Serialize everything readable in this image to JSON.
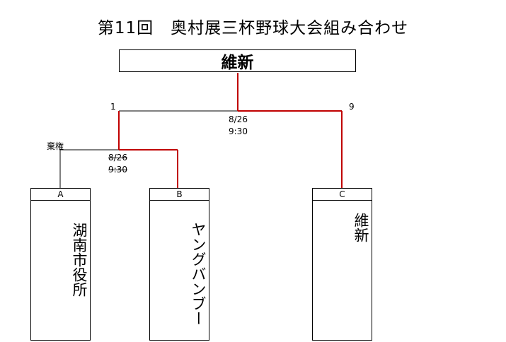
{
  "title": "第11回　奥村展三杯野球大会組み合わせ",
  "champion": "維新",
  "final": {
    "left_number": "1",
    "right_number": "9",
    "date": "8/26",
    "time": "9:30"
  },
  "semifinal": {
    "note": "棄権",
    "date": "8/26",
    "time": "9:30"
  },
  "teams": [
    {
      "seed": "A",
      "name": "湖南市役所"
    },
    {
      "seed": "B",
      "name": "ヤングバンブー"
    },
    {
      "seed": "C",
      "name": "維新"
    }
  ],
  "colors": {
    "winner_line": "#c00000",
    "line": "#000000"
  }
}
